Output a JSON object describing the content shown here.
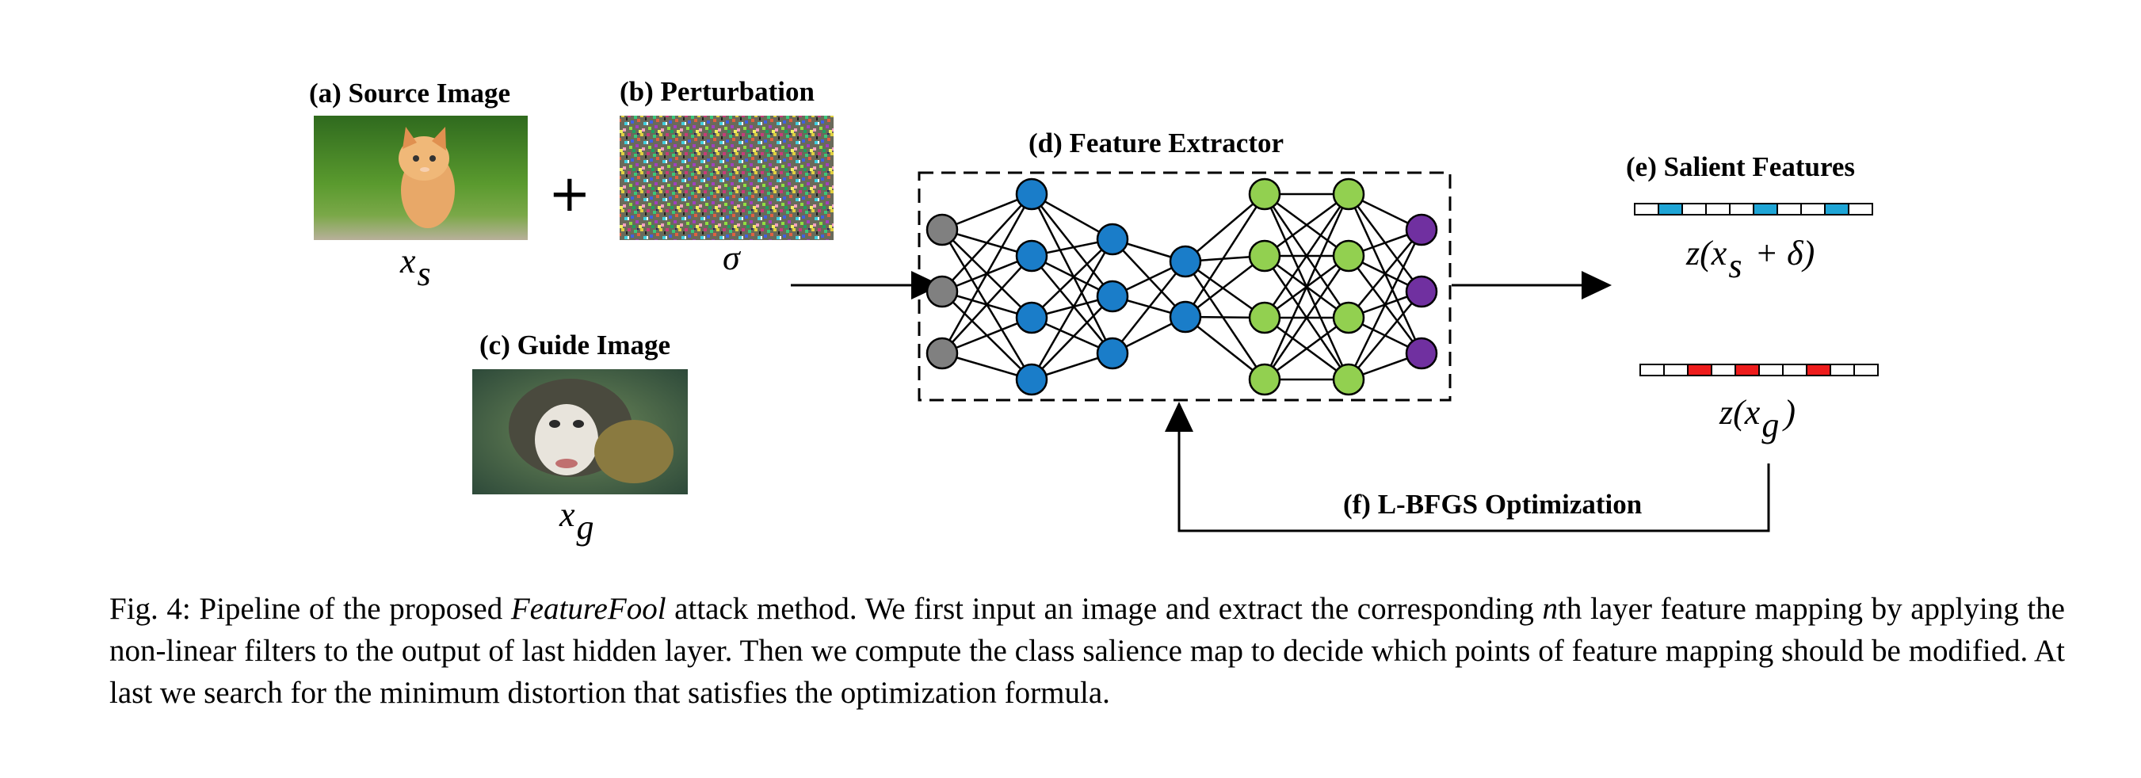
{
  "labels": {
    "source": "(a) Source Image",
    "perturbation": "(b) Perturbation",
    "guide": "(c) Guide Image",
    "extractor": "(d) Feature Extractor",
    "salient": "(e) Salient Features",
    "optimization": "(f) L-BFGS Optimization"
  },
  "math": {
    "xs_base": "x",
    "xs_sub": "s",
    "sigma": "σ",
    "xg_base": "x",
    "xg_sub": "g",
    "plus": "+",
    "z_src_pre": "z(x",
    "z_src_sub": "s",
    "z_src_post": "+ δ)",
    "z_guide_pre": "z(x",
    "z_guide_sub": "g",
    "z_guide_post": ")"
  },
  "colors": {
    "gray_node": "#808080",
    "blue_node": "#1a7dc9",
    "green_node": "#92d050",
    "purple_node": "#7030a0",
    "salient_src": "#1ea5d6",
    "salient_guide": "#ee1c1c"
  },
  "network": {
    "layers": [
      {
        "color": "gray_node",
        "count": 3
      },
      {
        "color": "blue_node",
        "count": 4
      },
      {
        "color": "blue_node",
        "count": 3
      },
      {
        "color": "blue_node",
        "count": 2
      },
      {
        "color": "green_node",
        "count": 4
      },
      {
        "color": "green_node",
        "count": 4
      },
      {
        "color": "purple_node",
        "count": 3
      }
    ]
  },
  "feature_bars": {
    "source_highlight": [
      1,
      5,
      8
    ],
    "guide_highlight": [
      2,
      4,
      7
    ],
    "cells": 10
  },
  "caption": {
    "prefix": "Fig. 4: Pipeline of the proposed ",
    "method": "FeatureFool",
    "mid": " attack method. We first input an image and extract the corresponding ",
    "n": "n",
    "rest": "th layer feature mapping by applying the non-linear filters to the output of last hidden layer. Then we compute the class salience map to decide which points of feature mapping should be modified. At last we search for the minimum distortion that satisfies the optimization formula."
  }
}
